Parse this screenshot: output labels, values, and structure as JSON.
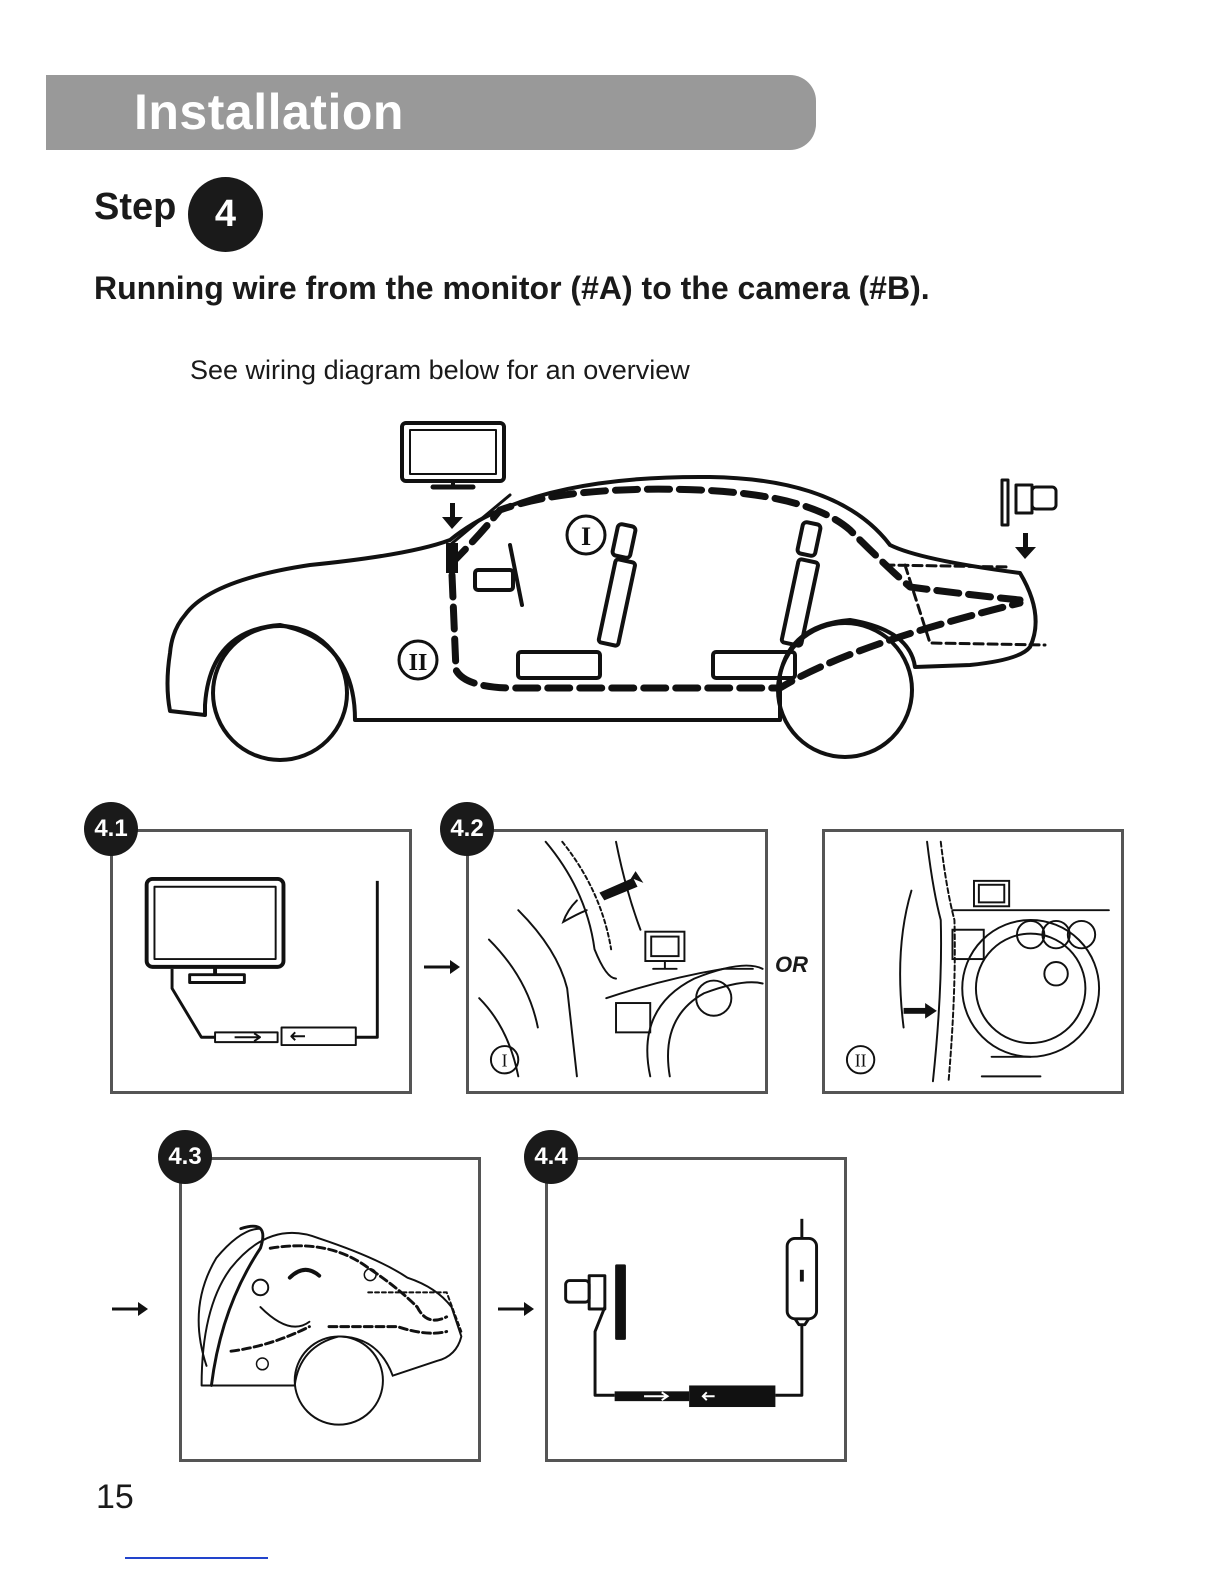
{
  "header": {
    "title": "Installation"
  },
  "step": {
    "label": "Step",
    "number": "4"
  },
  "heading": "Running wire from the monitor (#A) to the camera (#B).",
  "subtext": "See wiring diagram below for an overview",
  "diagram": {
    "route_1": "I",
    "route_2": "II"
  },
  "panels": [
    {
      "badge": "4.1"
    },
    {
      "badge": "4.2",
      "route_marker": "I"
    },
    {
      "route_marker": "II"
    },
    {
      "badge": "4.3"
    },
    {
      "badge": "4.4"
    }
  ],
  "or_label": "OR",
  "page_number": "15",
  "colors": {
    "banner": "#999999",
    "badge": "#1a1a1a",
    "panel_border": "#555555"
  }
}
